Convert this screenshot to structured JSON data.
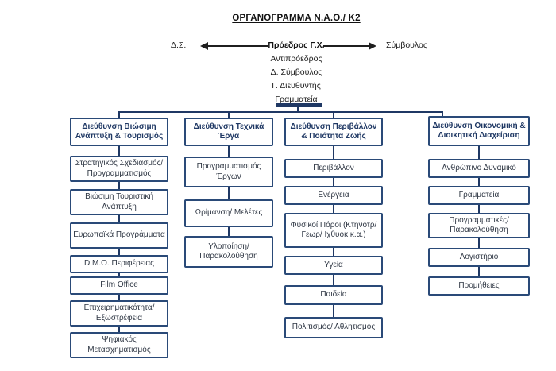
{
  "title": "ΟΡΓΑΝΟΓΡΑΜΜΑ Ν.Α.Ο./ Κ2",
  "top": {
    "left_label": "Δ.Σ.",
    "right_label": "Σύμβουλος",
    "president": "Πρόεδρος Γ.Χ.",
    "staff": [
      "Αντιπρόεδρος",
      "Δ. Σύμβουλος",
      "Γ. Διευθυντής",
      "Γραμματεία"
    ]
  },
  "colors": {
    "connector_line": "#1F3864",
    "box_border": "#2A4A78",
    "header_text": "#1F3864",
    "item_text": "#2f3744",
    "arrow": "#1f1f1f"
  },
  "columns": [
    {
      "header": "Διεύθυνση Βιώσιμη Ανάπτυξη & Τουρισμός",
      "items": [
        "Στρατηγικός Σχεδιασμός/ Προγραμματισμός",
        "Βιώσιμη Τουριστική Ανάπτυξη",
        "Ευρωπαϊκά Προγράμματα",
        "D.M.O. Περιφέρειας",
        "Film Office",
        "Επιχειρηματικότητα/ Εξωστρέφεια",
        "Ψηφιακός Μετασχηματισμός"
      ]
    },
    {
      "header": "Διεύθυνση Τεχνικά Έργα",
      "items": [
        "Προγραμματισμός Έργων",
        "Ωρίμανση/ Μελέτες",
        "Υλοποίηση/ Παρακολούθηση"
      ]
    },
    {
      "header": "Διεύθυνση Περιβάλλον & Ποιότητα Ζωής",
      "items": [
        "Περιβάλλον",
        "Ενέργεια",
        "Φυσικοί Πόροι (Κτηνοτρ/ Γεωρ/ Ιχθυοκ κ.α.)",
        "Υγεία",
        "Παιδεία",
        "Πολιτισμός/ Αθλητισμός"
      ]
    },
    {
      "header": "Διεύθυνση Οικονομική & Διοικητική Διαχείριση",
      "items": [
        "Ανθρώπινο Δυναμικό",
        "Γραμματεία",
        "Προγραμματικές/ Παρακολούθηση",
        "Λογιστήριο",
        "Προμήθειες"
      ]
    }
  ]
}
